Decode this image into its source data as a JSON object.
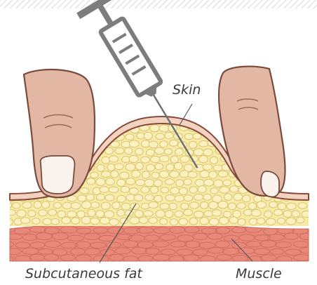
{
  "labels": {
    "skin": "Skin",
    "subcutaneous_fat": "Subcutaneous fat",
    "muscle": "Muscle"
  },
  "colors": {
    "skin_outline": "#8a4a3a",
    "skin_layer": "#f2d2c0",
    "fat": "#f7eaa8",
    "fat_cell_stroke": "#d9c46a",
    "muscle": "#e88878",
    "finger": "#e2b8a4",
    "fingernail": "#faf2ec",
    "syringe": "#7d7d7d",
    "hatch": "#d8d8d8",
    "label_text": "#3a3a3a",
    "leader_line": "#555555"
  }
}
